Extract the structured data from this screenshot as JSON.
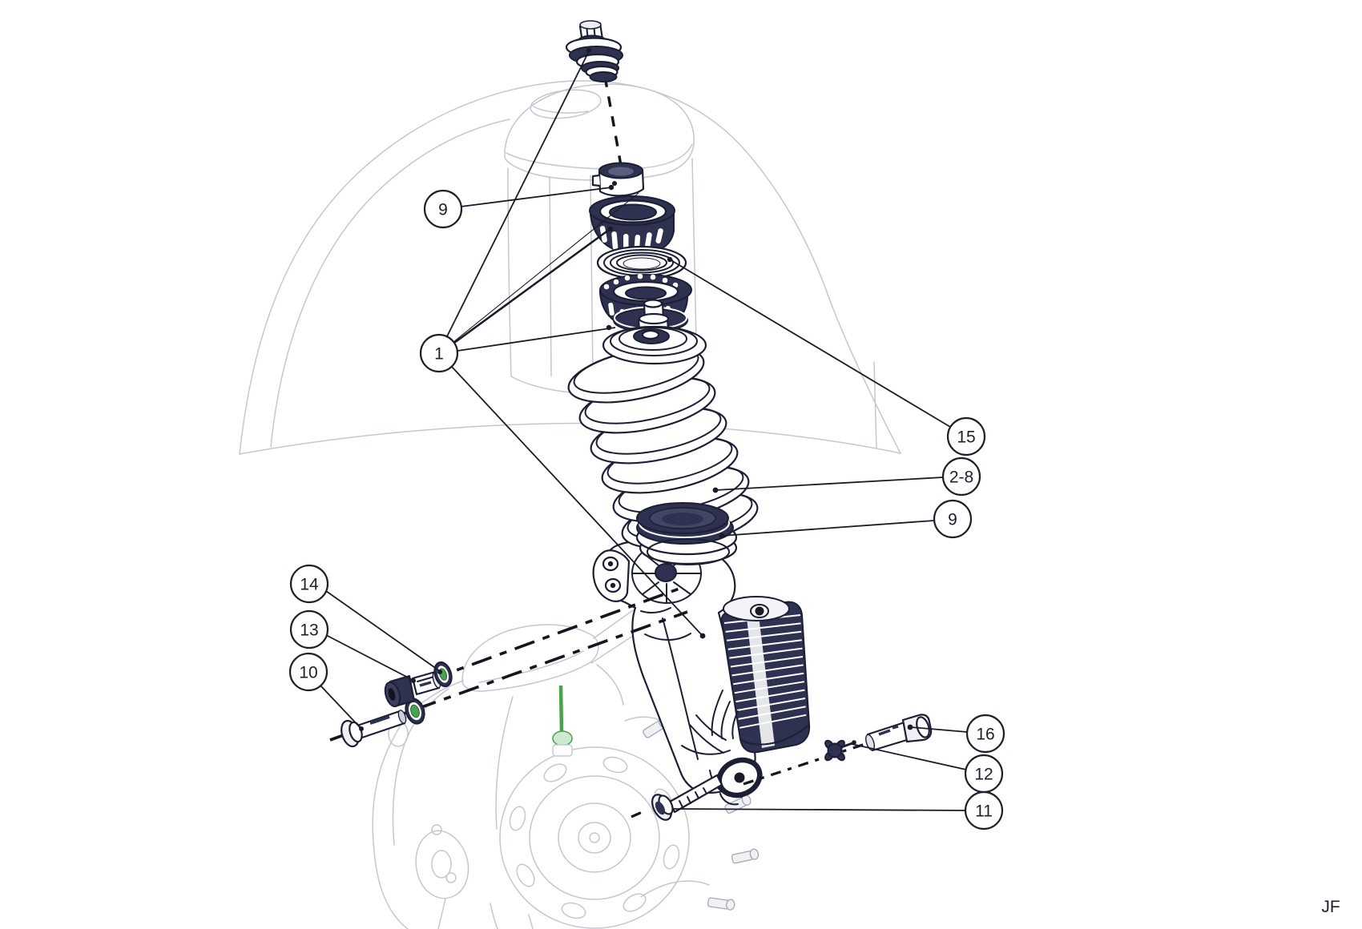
{
  "figure": {
    "signature": "JF",
    "background": "#ffffff"
  },
  "colors": {
    "line_dark": "#1c1f33",
    "part_dark_fill": "#2e3250",
    "ghost_gray": "#c3c7cf",
    "accent_green": "#49a24e",
    "callout_stroke": "#1d1f2b",
    "white": "#ffffff"
  },
  "callouts": [
    {
      "label": "9"
    },
    {
      "label": "1"
    },
    {
      "label": "15"
    },
    {
      "label": "2-8"
    },
    {
      "label": "9"
    },
    {
      "label": "14"
    },
    {
      "label": "13"
    },
    {
      "label": "10"
    },
    {
      "label": "16"
    },
    {
      "label": "12"
    },
    {
      "label": "11"
    }
  ]
}
